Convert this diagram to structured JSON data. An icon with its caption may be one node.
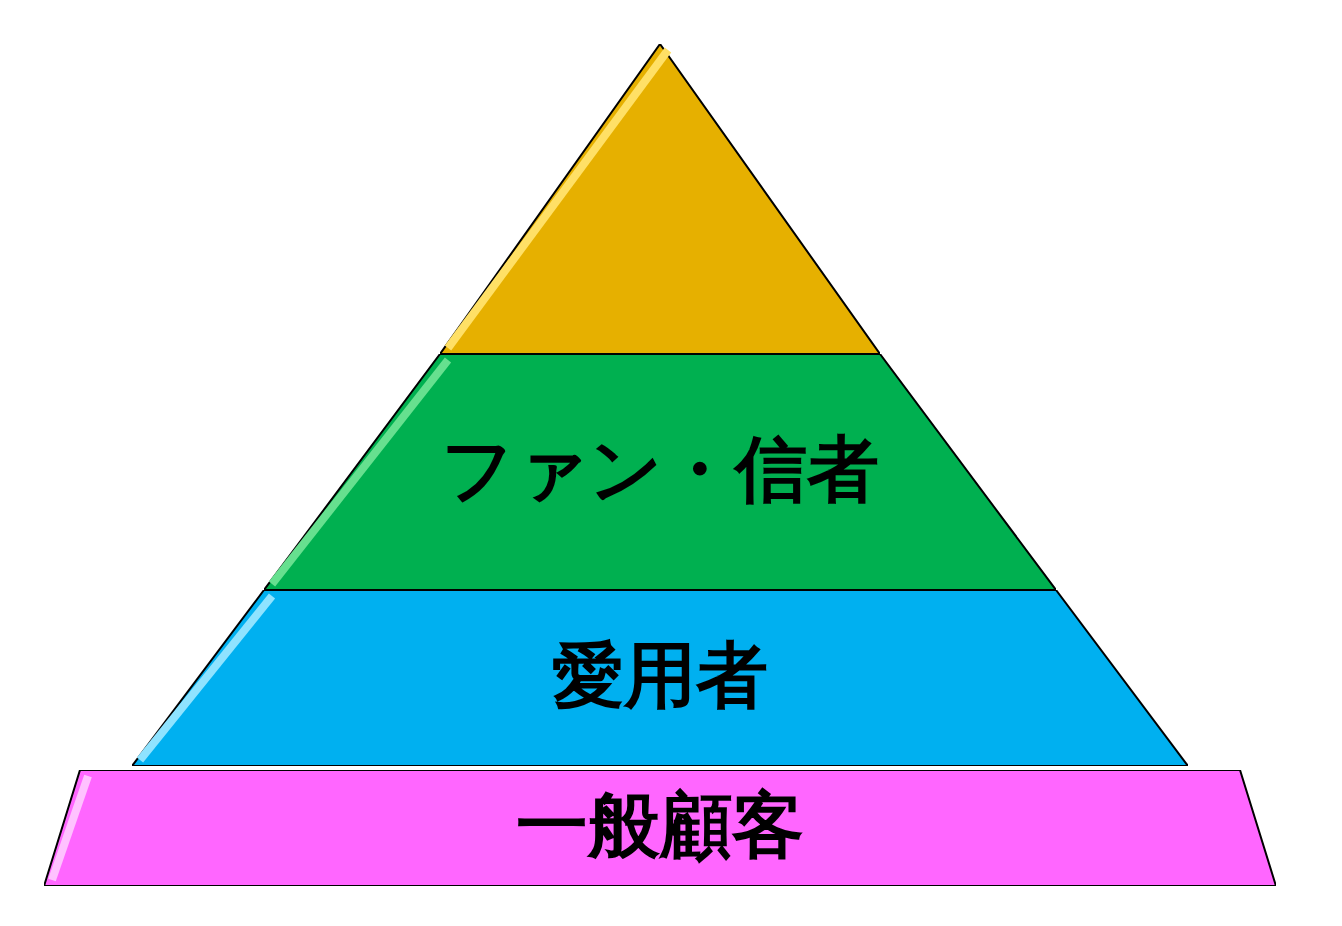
{
  "diagram": {
    "nodes": [
      {
        "text": [],
        "shape": "triangle"
      },
      {
        "text": [
          "ファン・信者"
        ]
      },
      {
        "text": [
          "愛用者"
        ]
      },
      {
        "text": [
          "一般顧客"
        ]
      }
    ]
  }
}
